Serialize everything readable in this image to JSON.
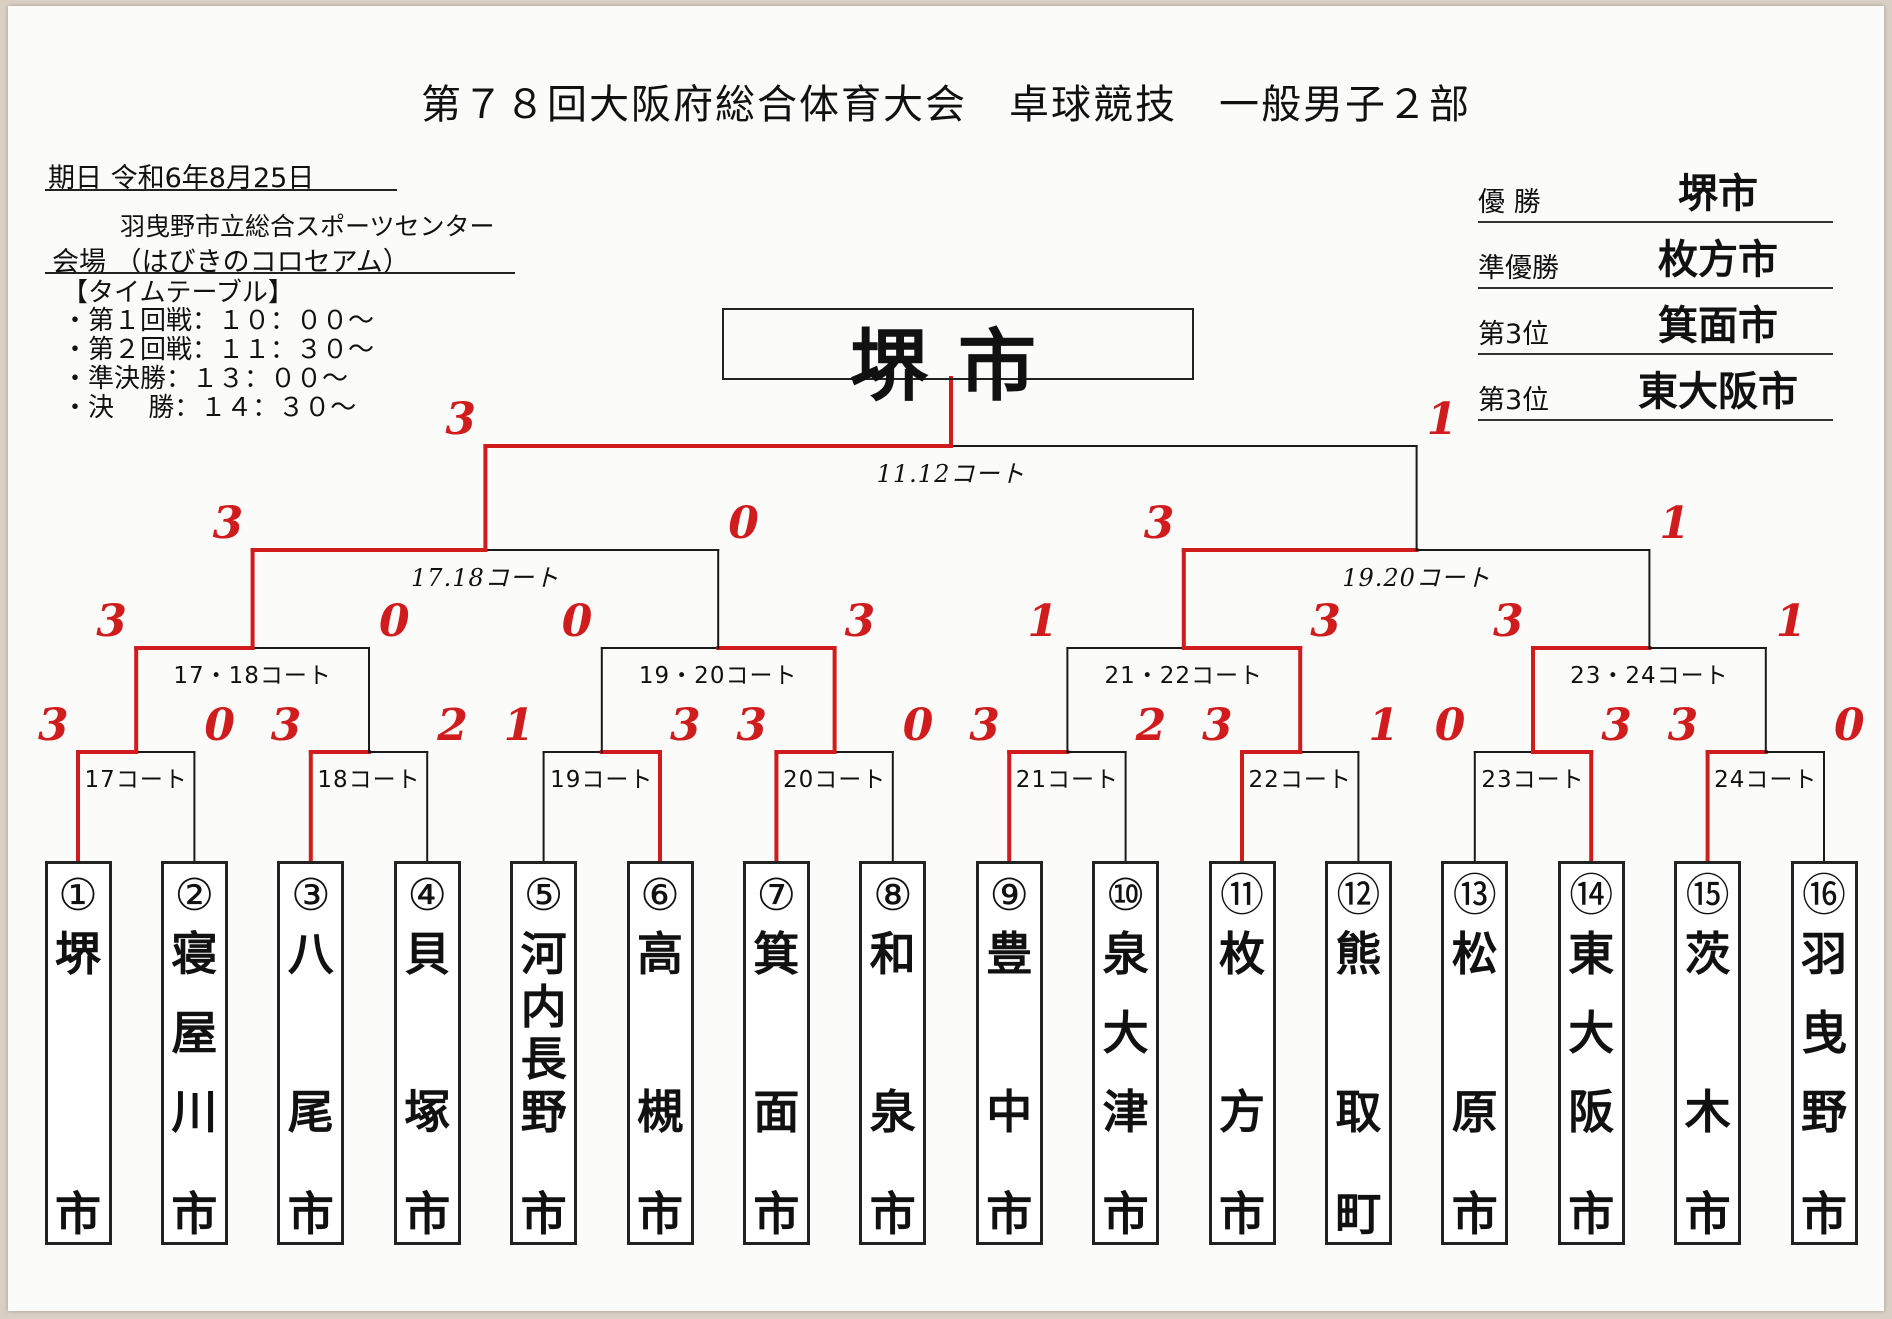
{
  "title": "第７８回大阪府総合体育大会　卓球競技　一般男子２部",
  "date": {
    "label": "期日",
    "value": "令和6年8月25日"
  },
  "venue": {
    "line1": "羽曳野市立総合スポーツセンター",
    "label": "会場",
    "line2": "（はびきのコロセアム）"
  },
  "timetable": {
    "heading": "【タイムテーブル】",
    "items": [
      "・第１回戦：１０：００～",
      "・第２回戦：１１：３０～",
      "・準決勝：１３：００～",
      "・決　 勝：１４：３０～"
    ]
  },
  "results": [
    {
      "label": "優 勝",
      "team": "堺市"
    },
    {
      "label": "準優勝",
      "team": "枚方市"
    },
    {
      "label": "第3位",
      "team": "箕面市"
    },
    {
      "label": "第3位",
      "team": "東大阪市"
    }
  ],
  "champion": "堺市",
  "teams": [
    {
      "num": "①",
      "chars": [
        "堺"
      ],
      "suffix": "市"
    },
    {
      "num": "②",
      "chars": [
        "寝",
        "屋",
        "川"
      ],
      "suffix": "市"
    },
    {
      "num": "③",
      "chars": [
        "八",
        "尾"
      ],
      "suffix": "市"
    },
    {
      "num": "④",
      "chars": [
        "貝",
        "塚"
      ],
      "suffix": "市"
    },
    {
      "num": "⑤",
      "chars": [
        "河",
        "内",
        "長",
        "野"
      ],
      "suffix": "市"
    },
    {
      "num": "⑥",
      "chars": [
        "高",
        "槻"
      ],
      "suffix": "市"
    },
    {
      "num": "⑦",
      "chars": [
        "箕",
        "面"
      ],
      "suffix": "市"
    },
    {
      "num": "⑧",
      "chars": [
        "和",
        "泉"
      ],
      "suffix": "市"
    },
    {
      "num": "⑨",
      "chars": [
        "豊",
        "中"
      ],
      "suffix": "市"
    },
    {
      "num": "⑩",
      "chars": [
        "泉",
        "大",
        "津"
      ],
      "suffix": "市"
    },
    {
      "num": "⑪",
      "chars": [
        "枚",
        "方"
      ],
      "suffix": "市"
    },
    {
      "num": "⑫",
      "chars": [
        "熊",
        "取"
      ],
      "suffix": "町"
    },
    {
      "num": "⑬",
      "chars": [
        "松",
        "原"
      ],
      "suffix": "市"
    },
    {
      "num": "⑭",
      "chars": [
        "東",
        "大",
        "阪"
      ],
      "suffix": "市"
    },
    {
      "num": "⑮",
      "chars": [
        "茨",
        "木"
      ],
      "suffix": "市"
    },
    {
      "num": "⑯",
      "chars": [
        "羽",
        "曳",
        "野"
      ],
      "suffix": "市"
    }
  ],
  "matches": {
    "round1": [
      {
        "court": "17コート",
        "scores": [
          "3",
          "0"
        ],
        "winner": 0
      },
      {
        "court": "18コート",
        "scores": [
          "3",
          "2"
        ],
        "winner": 0
      },
      {
        "court": "19コート",
        "scores": [
          "1",
          "3"
        ],
        "winner": 1
      },
      {
        "court": "20コート",
        "scores": [
          "3",
          "0"
        ],
        "winner": 0
      },
      {
        "court": "21コート",
        "scores": [
          "3",
          "2"
        ],
        "winner": 0
      },
      {
        "court": "22コート",
        "scores": [
          "3",
          "1"
        ],
        "winner": 0
      },
      {
        "court": "23コート",
        "scores": [
          "0",
          "3"
        ],
        "winner": 1
      },
      {
        "court": "24コート",
        "scores": [
          "3",
          "0"
        ],
        "winner": 0
      }
    ],
    "round2": [
      {
        "court": "17・18コート",
        "scores": [
          "3",
          "0"
        ],
        "winner": 0
      },
      {
        "court": "19・20コート",
        "scores": [
          "0",
          "3"
        ],
        "winner": 1
      },
      {
        "court": "21・22コート",
        "scores": [
          "1",
          "3"
        ],
        "winner": 1
      },
      {
        "court": "23・24コート",
        "scores": [
          "3",
          "1"
        ],
        "winner": 0
      }
    ],
    "semifinal": [
      {
        "court": "17.18コート",
        "scores": [
          "3",
          "0"
        ],
        "winner": 0
      },
      {
        "court": "19.20コート",
        "scores": [
          "3",
          "1"
        ],
        "winner": 0
      }
    ],
    "final": {
      "court": "11.12コート",
      "scores": [
        "3",
        "1"
      ],
      "winner": 0
    }
  },
  "colors": {
    "win_line": "#d01c1c",
    "line": "#1a1a1a",
    "score": "#d01c1c"
  }
}
